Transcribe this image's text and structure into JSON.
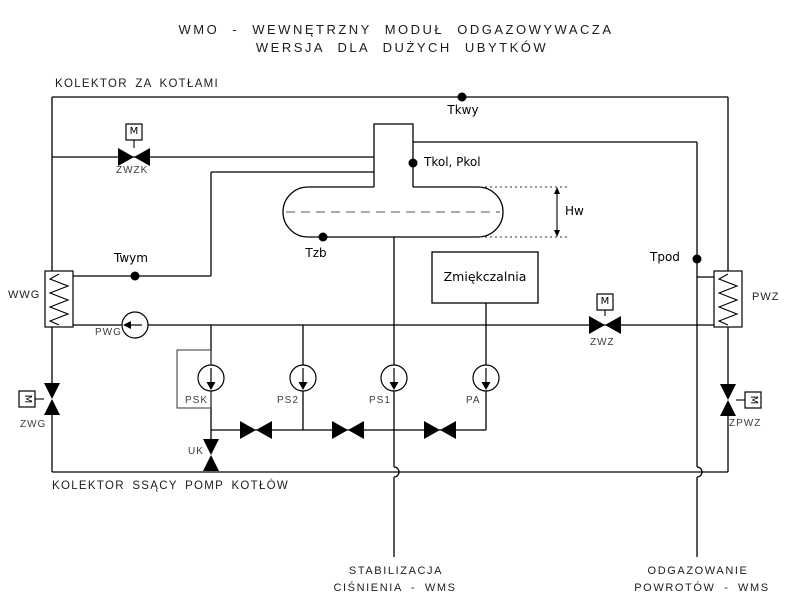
{
  "title": {
    "line1": "WMO - WEWNĘTRZNY MODUŁ ODGAZOWYWACZA",
    "line2": "WERSJA DLA DUŻYCH UBYTKÓW"
  },
  "collectors": {
    "top": "KOLEKTOR ZA KOTŁAMI",
    "bottom": "KOLEKTOR SSĄCY POMP KOTŁÓW"
  },
  "outputs": {
    "stabilization": {
      "line1": "STABILIZACJA",
      "line2": "CIŚNIENIA - WMS"
    },
    "degassing": {
      "line1": "ODGAZOWANIE",
      "line2": "POWROTÓW - WMS"
    }
  },
  "sensors": {
    "tkwy": "Tkwy",
    "tkol_pkol": "Tkol, Pkol",
    "tzb": "Tzb",
    "twym": "Twym",
    "tpod": "Tpod"
  },
  "dimension": {
    "hw": "Hw"
  },
  "equipment": {
    "wwg": "WWG",
    "pwz": "PWZ",
    "pwg": "PWG",
    "psk": "PSK",
    "ps2": "PS2",
    "ps1": "PS1",
    "pa": "PA",
    "softener": "Zmiękczalnia"
  },
  "valves": {
    "zwzk": "ZWZK",
    "zwz": "ZWZ",
    "zwg": "ZWG",
    "zpwz": "ZPWZ",
    "uk": "UK",
    "motor_letter": "M"
  },
  "colors": {
    "line": "#000000",
    "background": "#ffffff",
    "centerline": "#555555"
  }
}
